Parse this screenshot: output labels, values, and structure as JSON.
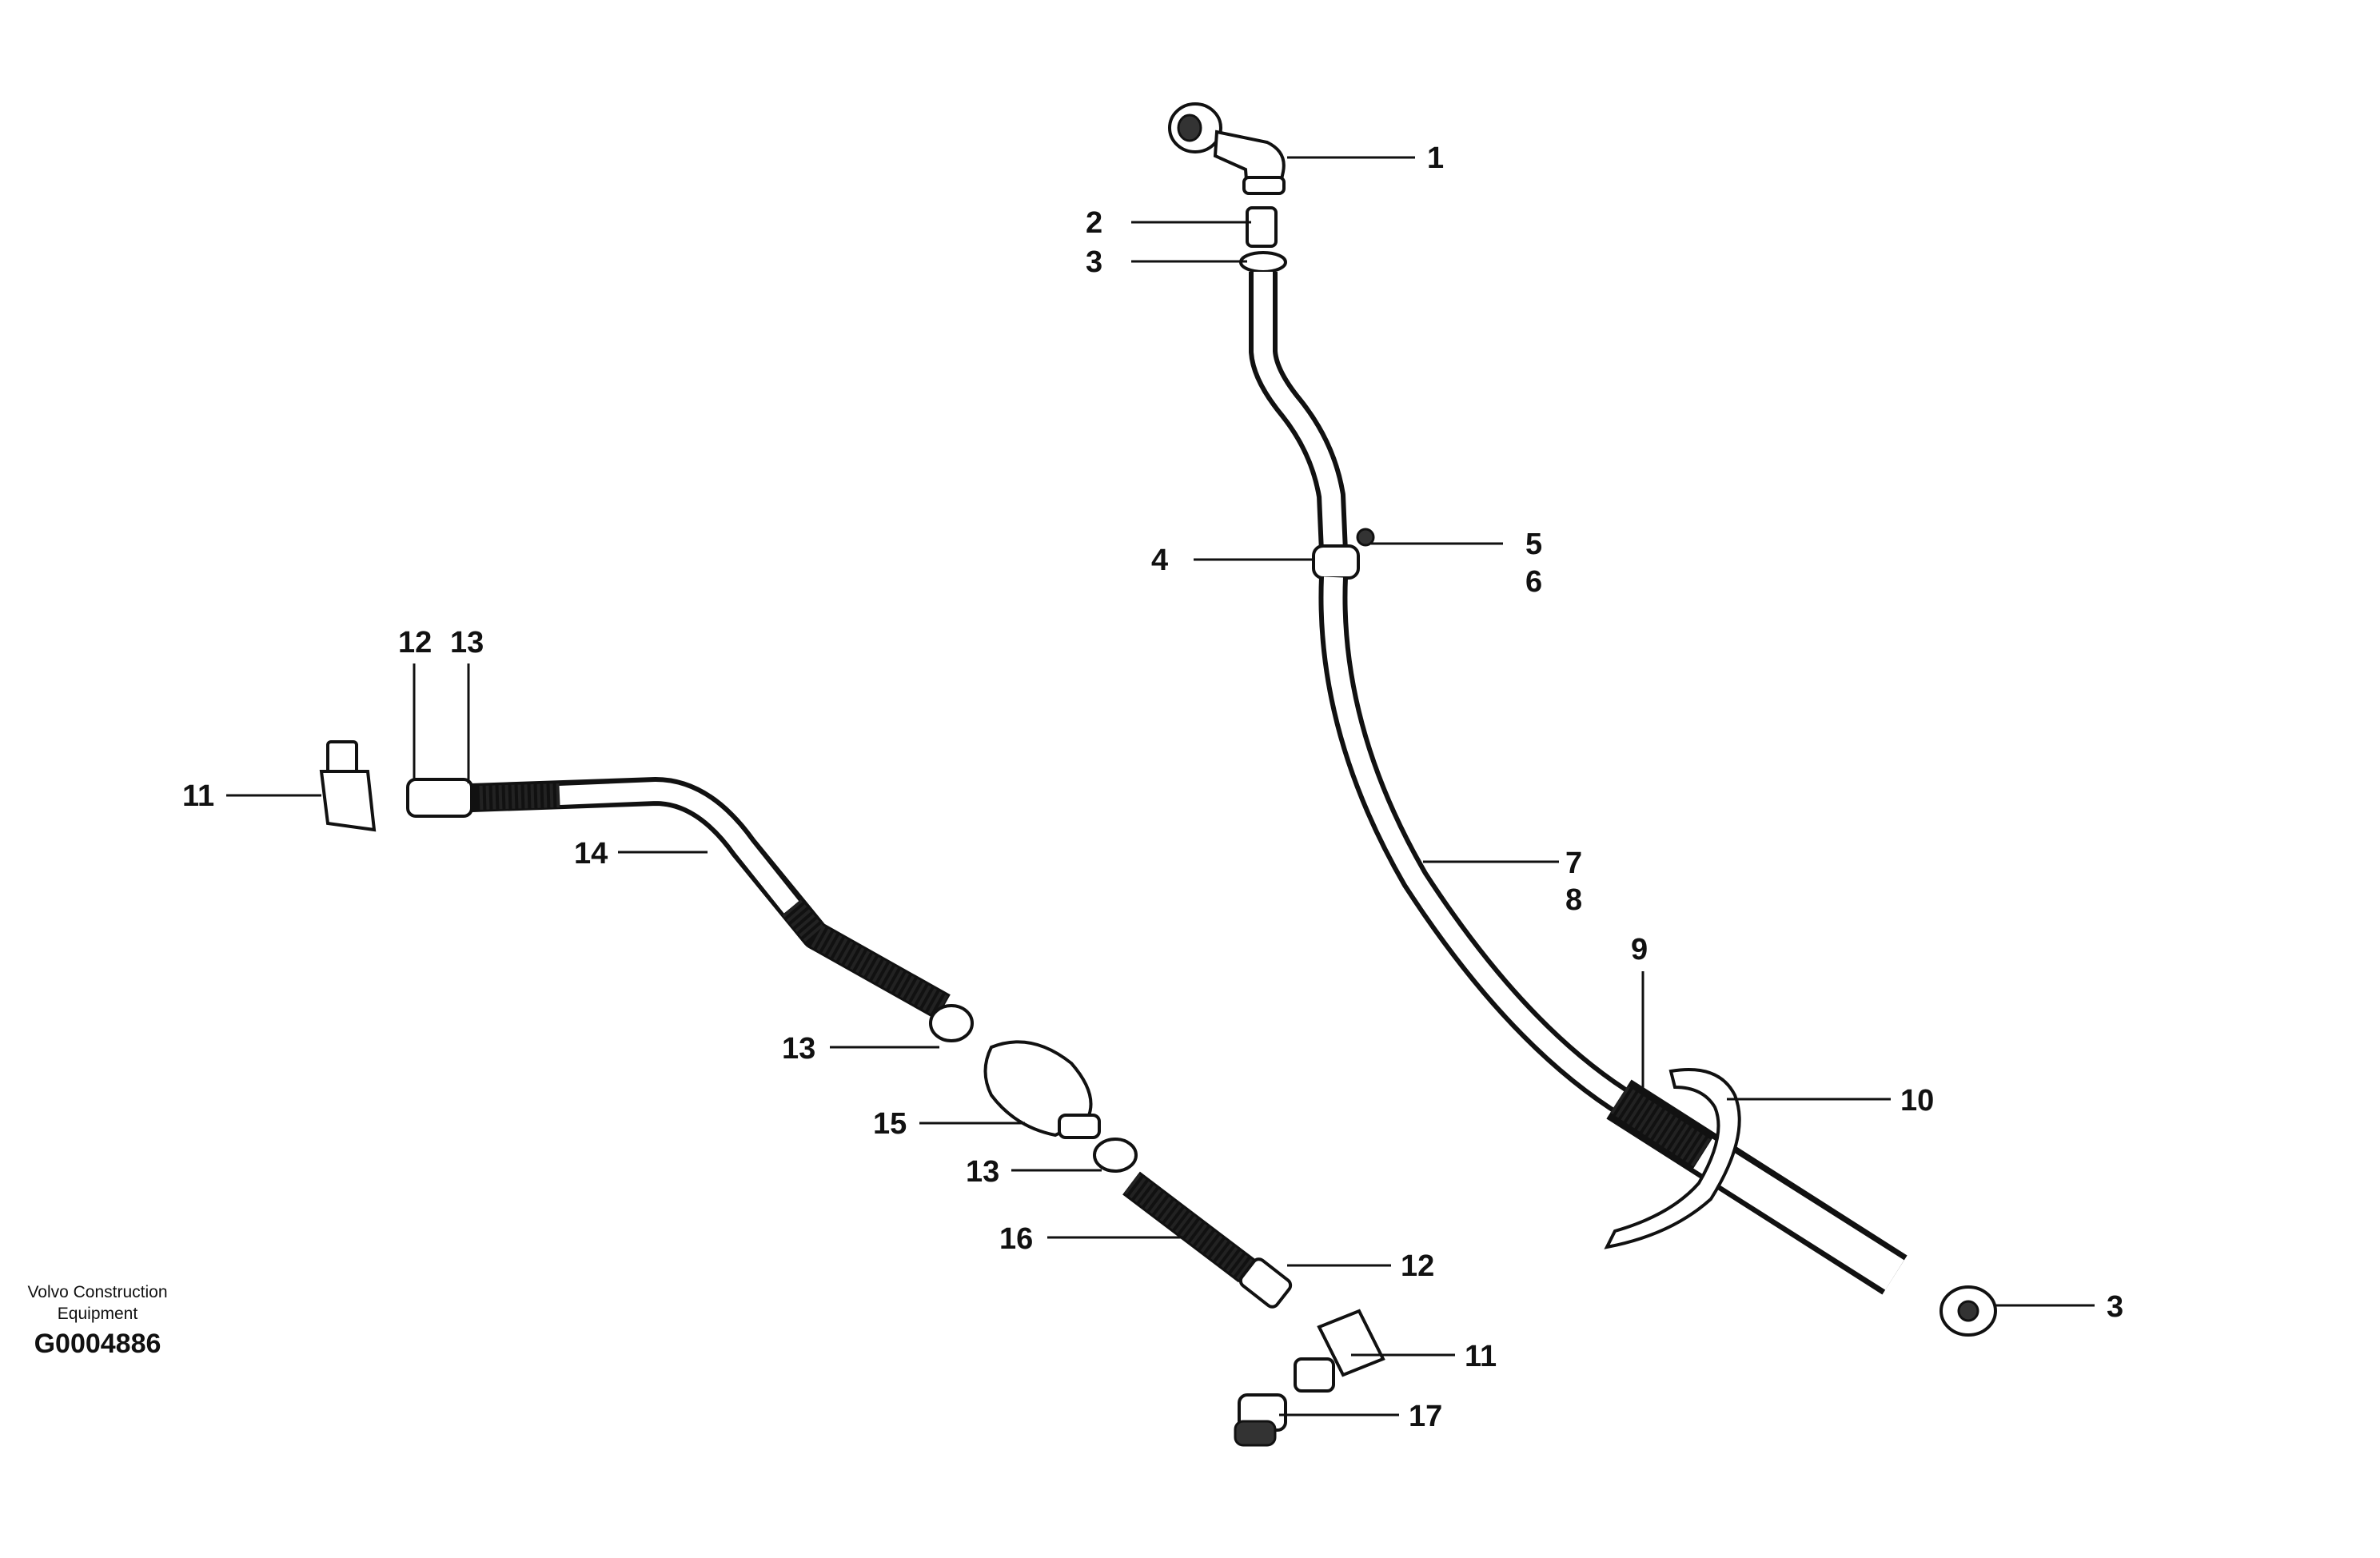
{
  "callouts": {
    "c1": "1",
    "c2": "2",
    "c3a": "3",
    "c3b": "3",
    "c4": "4",
    "c5": "5",
    "c6": "6",
    "c7": "7",
    "c8": "8",
    "c9": "9",
    "c10": "10",
    "c11a": "11",
    "c11b": "11",
    "c12a": "12",
    "c12b": "12",
    "c13a": "13",
    "c13b": "13",
    "c13c": "13",
    "c14": "14",
    "c15": "15",
    "c16": "16",
    "c17": "17"
  },
  "footer": {
    "credit_line1": "Volvo Construction",
    "credit_line2": "Equipment",
    "code": "G0004886"
  }
}
